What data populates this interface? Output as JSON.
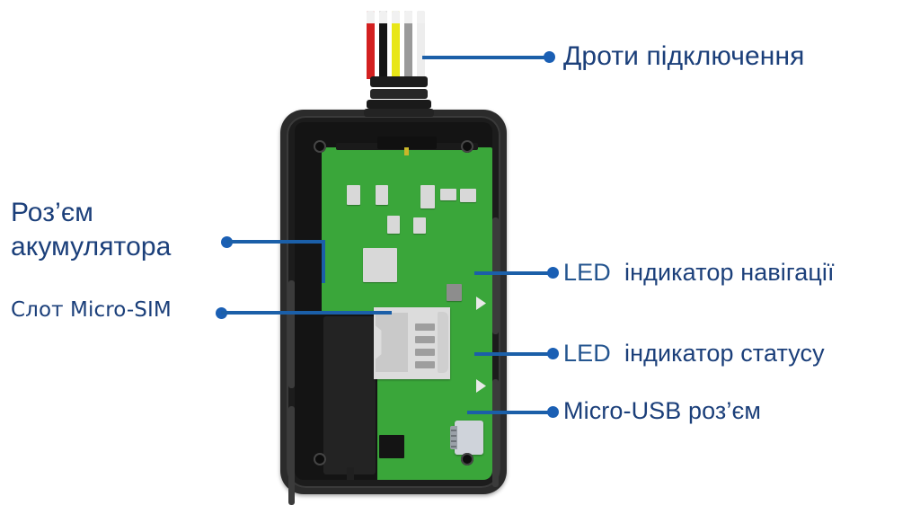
{
  "diagram": {
    "title": "GPS tracker internals annotated diagram",
    "language": "uk",
    "colors": {
      "label_text": "#1b3f7a",
      "leader_line": "#1b5fa8",
      "dot": "#1a5fb4",
      "pcb_green": "#3aa63a",
      "case_black": "#2b2b2b",
      "background": "#ffffff"
    }
  },
  "callouts": {
    "wires": {
      "label": "Дроти підключення"
    },
    "battery_connector": {
      "line1": "Роз’єм",
      "line2": "акумулятора"
    },
    "sim_slot": {
      "label": "Слот Micro-SIM"
    },
    "led_navigation": {
      "kind": "LED",
      "label": "індикатор навігації"
    },
    "led_status": {
      "kind": "LED",
      "label": "індикатор статусу"
    },
    "micro_usb": {
      "label": "Micro-USB роз’єм"
    }
  },
  "device": {
    "wire_colors": [
      "#d32020",
      "#141414",
      "#e8e617",
      "#9a9a9a",
      "#ededed"
    ],
    "wire_count": 5
  }
}
